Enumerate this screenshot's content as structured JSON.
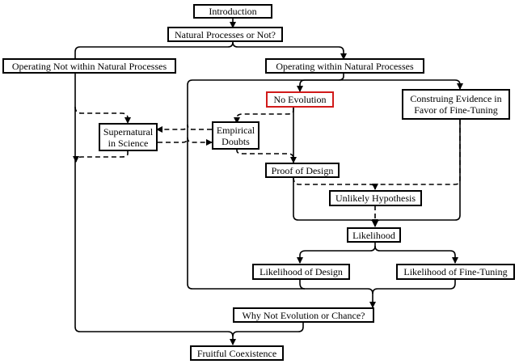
{
  "nodes": {
    "introduction": "Introduction",
    "natural_processes": "Natural Processes or Not?",
    "not_within": "Operating Not within Natural Processes",
    "within": "Operating within Natural Processes",
    "no_evolution": "No Evolution",
    "fine_tuning_line1": "Construing Evidence in",
    "fine_tuning_line2": "Favor of Fine-Tuning",
    "supernatural_line1": "Supernatural",
    "supernatural_line2": "in Science",
    "empirical_line1": "Empirical",
    "empirical_line2": "Doubts",
    "proof_of_design": "Proof of Design",
    "unlikely_hypothesis": "Unlikely Hypothesis",
    "likelihood": "Likelihood",
    "likelihood_design": "Likelihood of Design",
    "likelihood_fine_tuning": "Likelihood of Fine-Tuning",
    "why_not": "Why Not Evolution or Chance?",
    "fruitful": "Fruitful Coexistence"
  },
  "colors": {
    "line": "#000000",
    "highlight": "#d11a1a"
  }
}
